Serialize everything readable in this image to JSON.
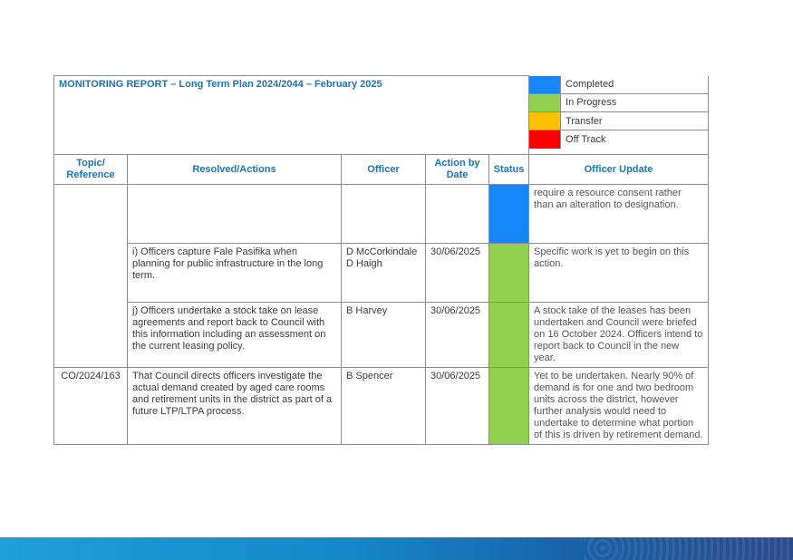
{
  "report": {
    "title": "MONITORING REPORT – Long Term Plan 2024/2044 – February 2025"
  },
  "legend": [
    {
      "label": "Completed",
      "color": "#1786f8"
    },
    {
      "label": "In Progress",
      "color": "#92d050"
    },
    {
      "label": "Transfer",
      "color": "#ffc000"
    },
    {
      "label": "Off Track",
      "color": "#ff0000"
    }
  ],
  "headers": {
    "topic": "Topic/ Reference",
    "resolved": "Resolved/Actions",
    "officer": "Officer",
    "action_by": "Action by Date",
    "status": "Status",
    "update": "Officer Update"
  },
  "rows": [
    {
      "topic": "",
      "resolved": "",
      "officer": "",
      "action_by": "",
      "status": "Completed",
      "status_color": "#1786f8",
      "update": "require a resource consent rather than an alteration to designation."
    },
    {
      "topic": "",
      "resolved": "i) Officers capture Fale Pasifika when planning for public infrastructure in the long term.",
      "officer": "D McCorkindale\nD Haigh",
      "action_by": "30/06/2025",
      "status": "In Progress",
      "status_color": "#92d050",
      "update": "Specific work is yet to begin on this action."
    },
    {
      "topic": "",
      "resolved": "j) Officers undertake a stock take on lease agreements and report back to Council with this information including an assessment on the current leasing policy.",
      "officer": "B Harvey",
      "action_by": "30/06/2025",
      "status": "In Progress",
      "status_color": "#92d050",
      "update": "A stock take of the leases has been undertaken and Council were briefed on 16 October 2024. Officers intend to report back to Council in the new year."
    },
    {
      "topic": "CO/2024/163",
      "resolved": "That Council directs officers investigate the actual demand created by aged care rooms and retirement units in the district as part of a future LTP/LTPA process.",
      "officer": "B Spencer",
      "action_by": "30/06/2025",
      "status": "In Progress",
      "status_color": "#92d050",
      "update": "Yet to be undertaken. Nearly 90% of demand is for one and two bedroom units across the district, however further analysis would need to undertake to determine what portion of this is driven by retirement demand."
    }
  ]
}
